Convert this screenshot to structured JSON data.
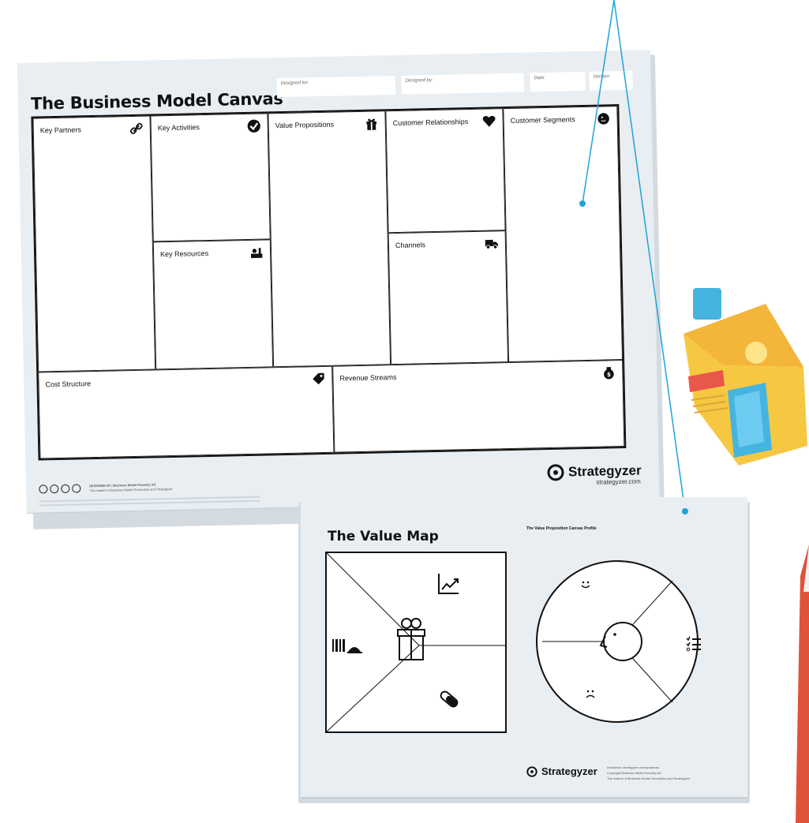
{
  "bmc": {
    "title": "The Business Model Canvas",
    "designed_for": "Designed for:",
    "designed_by": "Designed by:",
    "date": "Date:",
    "version": "Version:",
    "cells": {
      "key_partners": "Key Partners",
      "key_activities": "Key Activities",
      "key_resources": "Key Resources",
      "value_propositions": "Value Propositions",
      "customer_relationships": "Customer Relationships",
      "channels": "Channels",
      "customer_segments": "Customer Segments",
      "cost_structure": "Cost Structure",
      "revenue_streams": "Revenue Streams"
    },
    "designed_by_footer": "DESIGNED BY: Business Model Foundry AG",
    "designed_by_footer_sub": "The makers of Business Model Generation and Strategyzer",
    "brand": "Strategyzer",
    "brand_url": "strategyzer.com"
  },
  "value_map": {
    "title": "The Value Map",
    "profile_label": "The Value Proposition Canvas Profile",
    "brand": "Strategyzer",
    "footer_line1": "Download: strategyzer.com/vpcanvas",
    "footer_line2": "Copyright Business Model Foundry AG",
    "footer_line3": "The makers of Business Model Generation and Strategyzer"
  },
  "colors": {
    "pointer_blue": "#1fa3d9",
    "sheet_bg": "#e8eef2",
    "bag_yellow": "#f6c842",
    "bag_blue": "#45b4e0",
    "bag_red": "#e8584a",
    "red_shape": "#e0533a"
  },
  "icons": [
    "link-icon",
    "check-icon",
    "gift-icon",
    "heart-icon",
    "face-icon",
    "truck-icon",
    "worker-icon",
    "tag-icon",
    "moneybag-icon",
    "chart-icon",
    "barcode-icon",
    "pill-icon",
    "smile-icon",
    "frown-icon",
    "list-icon"
  ]
}
